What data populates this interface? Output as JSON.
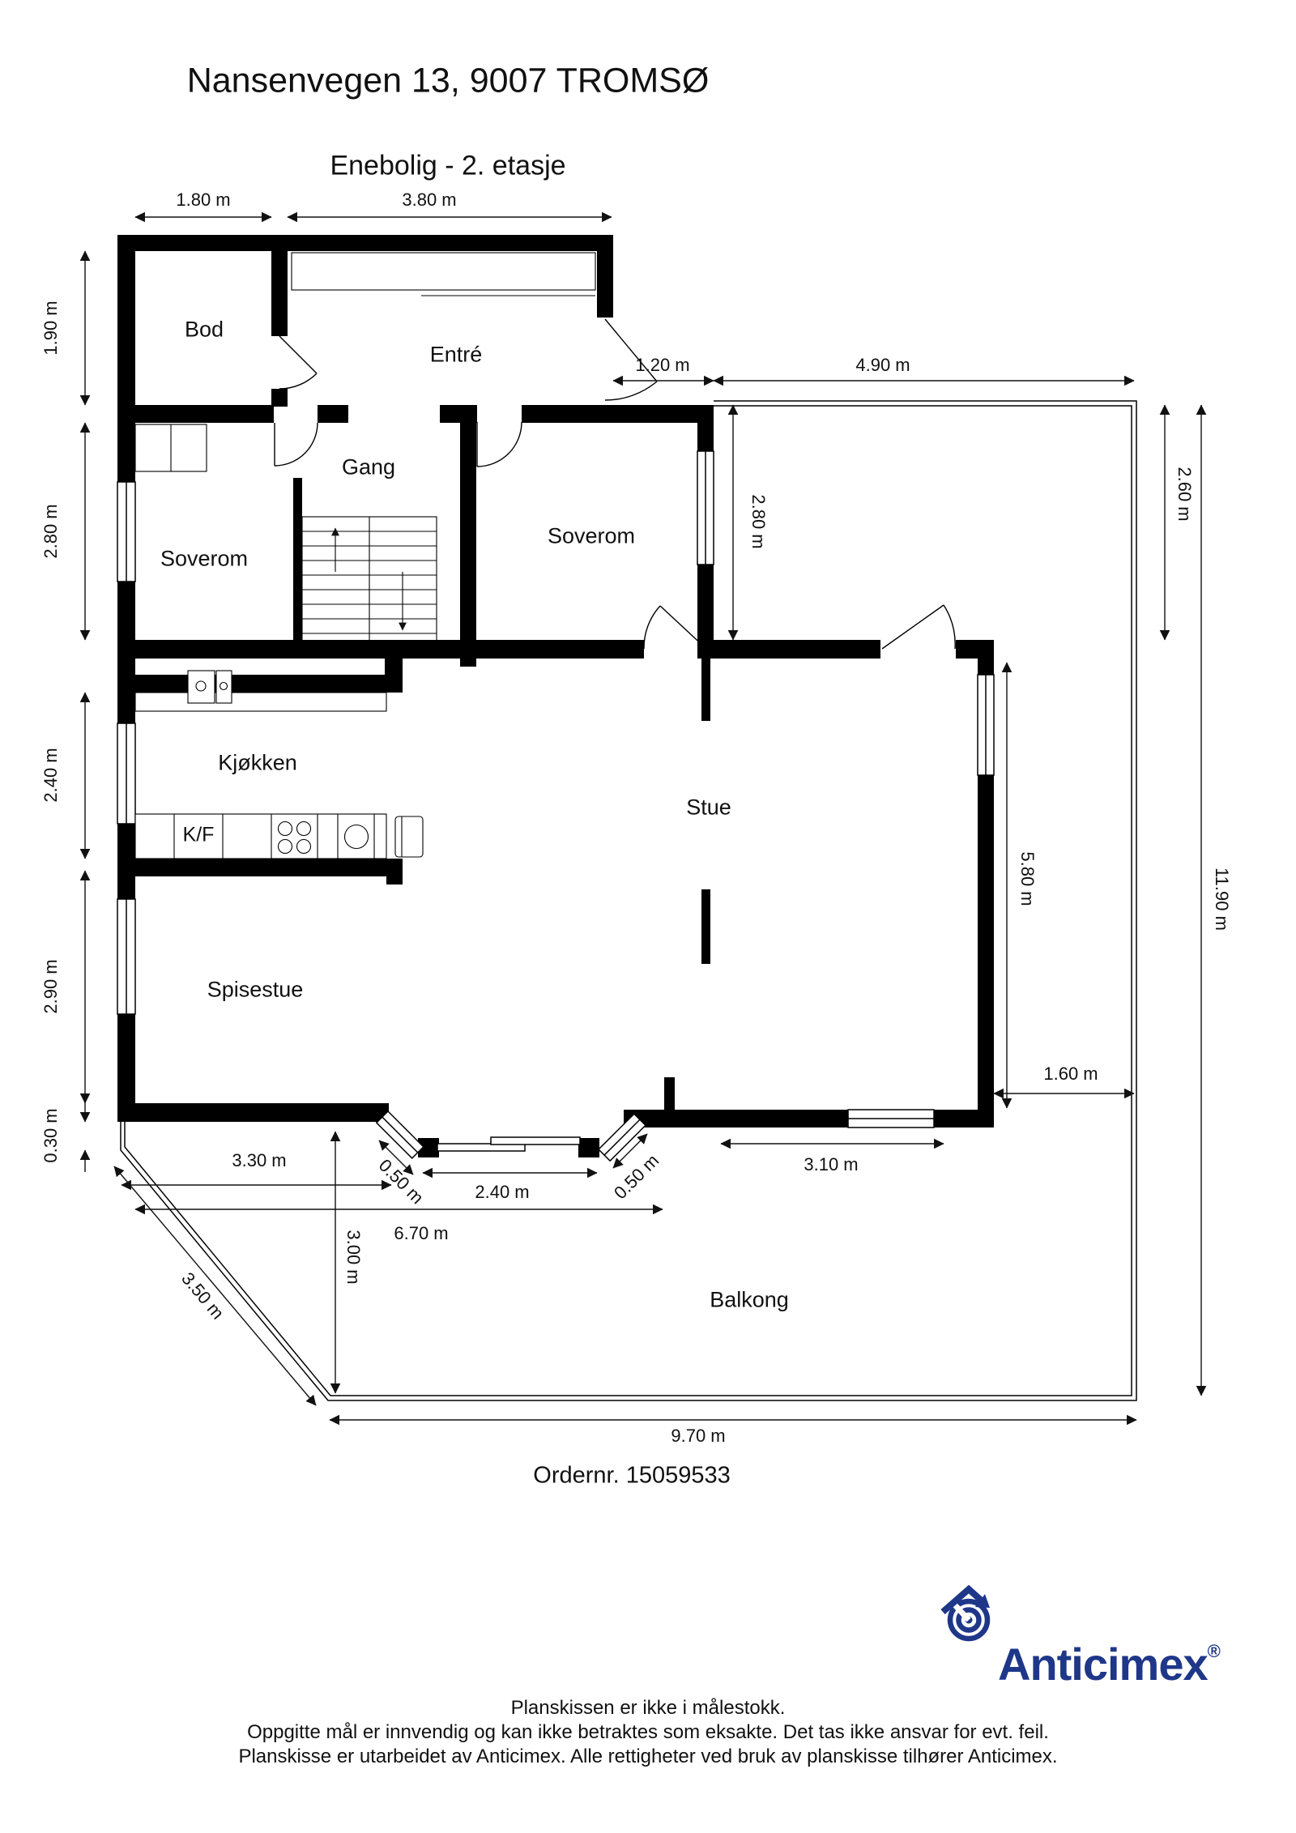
{
  "title": "Nansenvegen 13, 9007 TROMSØ",
  "subtitle": "Enebolig - 2. etasje",
  "order_number": "Ordernr. 15059533",
  "brand": {
    "name": "Anticimex",
    "registered": "®",
    "color": "#1f3789"
  },
  "footer": {
    "line1": "Planskissen er ikke i målestokk.",
    "line2": "Oppgitte mål er innvendig og kan ikke betraktes som eksakte. Det tas ikke ansvar for evt. feil.",
    "line3": "Planskisse er utarbeidet av Anticimex. Alle rettigheter ved bruk av planskisse tilhører Anticimex."
  },
  "rooms": [
    {
      "label": "Bod"
    },
    {
      "label": "Entré"
    },
    {
      "label": "Gang"
    },
    {
      "label": "Soverom"
    },
    {
      "label": "Soverom"
    },
    {
      "label": "Kjøkken"
    },
    {
      "label": "Stue"
    },
    {
      "label": "Spisestue"
    },
    {
      "label": "Balkong"
    }
  ],
  "fixtures": {
    "fridge_freezer_label": "K/F"
  },
  "dims": [
    {
      "text": "1.80 m"
    },
    {
      "text": "3.80 m"
    },
    {
      "text": "1.20 m"
    },
    {
      "text": "4.90 m"
    },
    {
      "text": "1.90 m"
    },
    {
      "text": "2.80 m"
    },
    {
      "text": "2.40 m"
    },
    {
      "text": "2.90 m"
    },
    {
      "text": "0.30 m"
    },
    {
      "text": "2.80 m"
    },
    {
      "text": "2.60 m"
    },
    {
      "text": "5.80 m"
    },
    {
      "text": "11.90 m"
    },
    {
      "text": "3.30 m"
    },
    {
      "text": "0.50 m"
    },
    {
      "text": "2.40 m"
    },
    {
      "text": "0.50 m"
    },
    {
      "text": "6.70 m"
    },
    {
      "text": "3.00 m"
    },
    {
      "text": "3.10 m"
    },
    {
      "text": "1.60 m"
    },
    {
      "text": "3.50 m"
    },
    {
      "text": "9.70 m"
    }
  ]
}
